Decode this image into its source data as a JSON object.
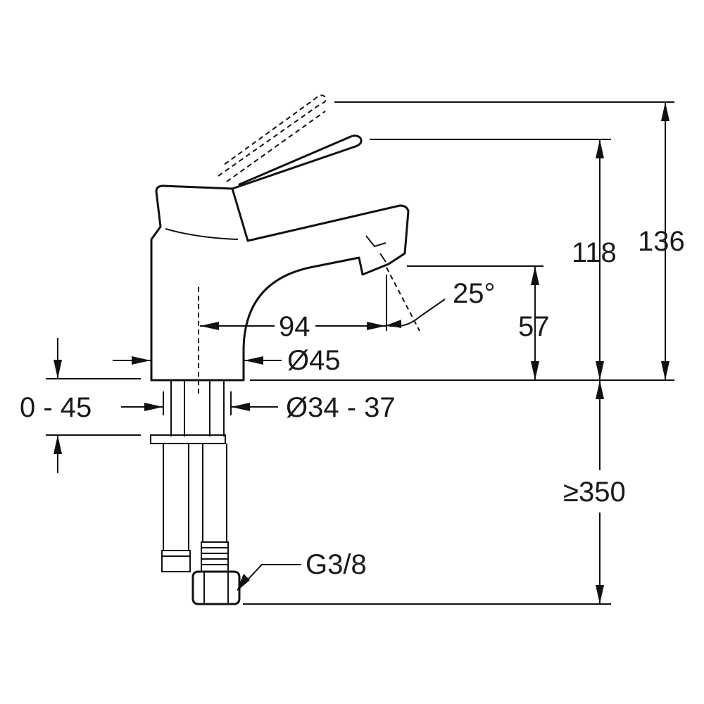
{
  "dimensions": {
    "total_height": "136",
    "lever_height": "118",
    "spout_height": "57",
    "projection": "94",
    "base_diameter": "Ø45",
    "hole_diameter": "Ø34 - 37",
    "deck_thickness": "0 - 45",
    "hose_length": "≥350",
    "connection": "G3/8",
    "spray_angle": "25°"
  }
}
